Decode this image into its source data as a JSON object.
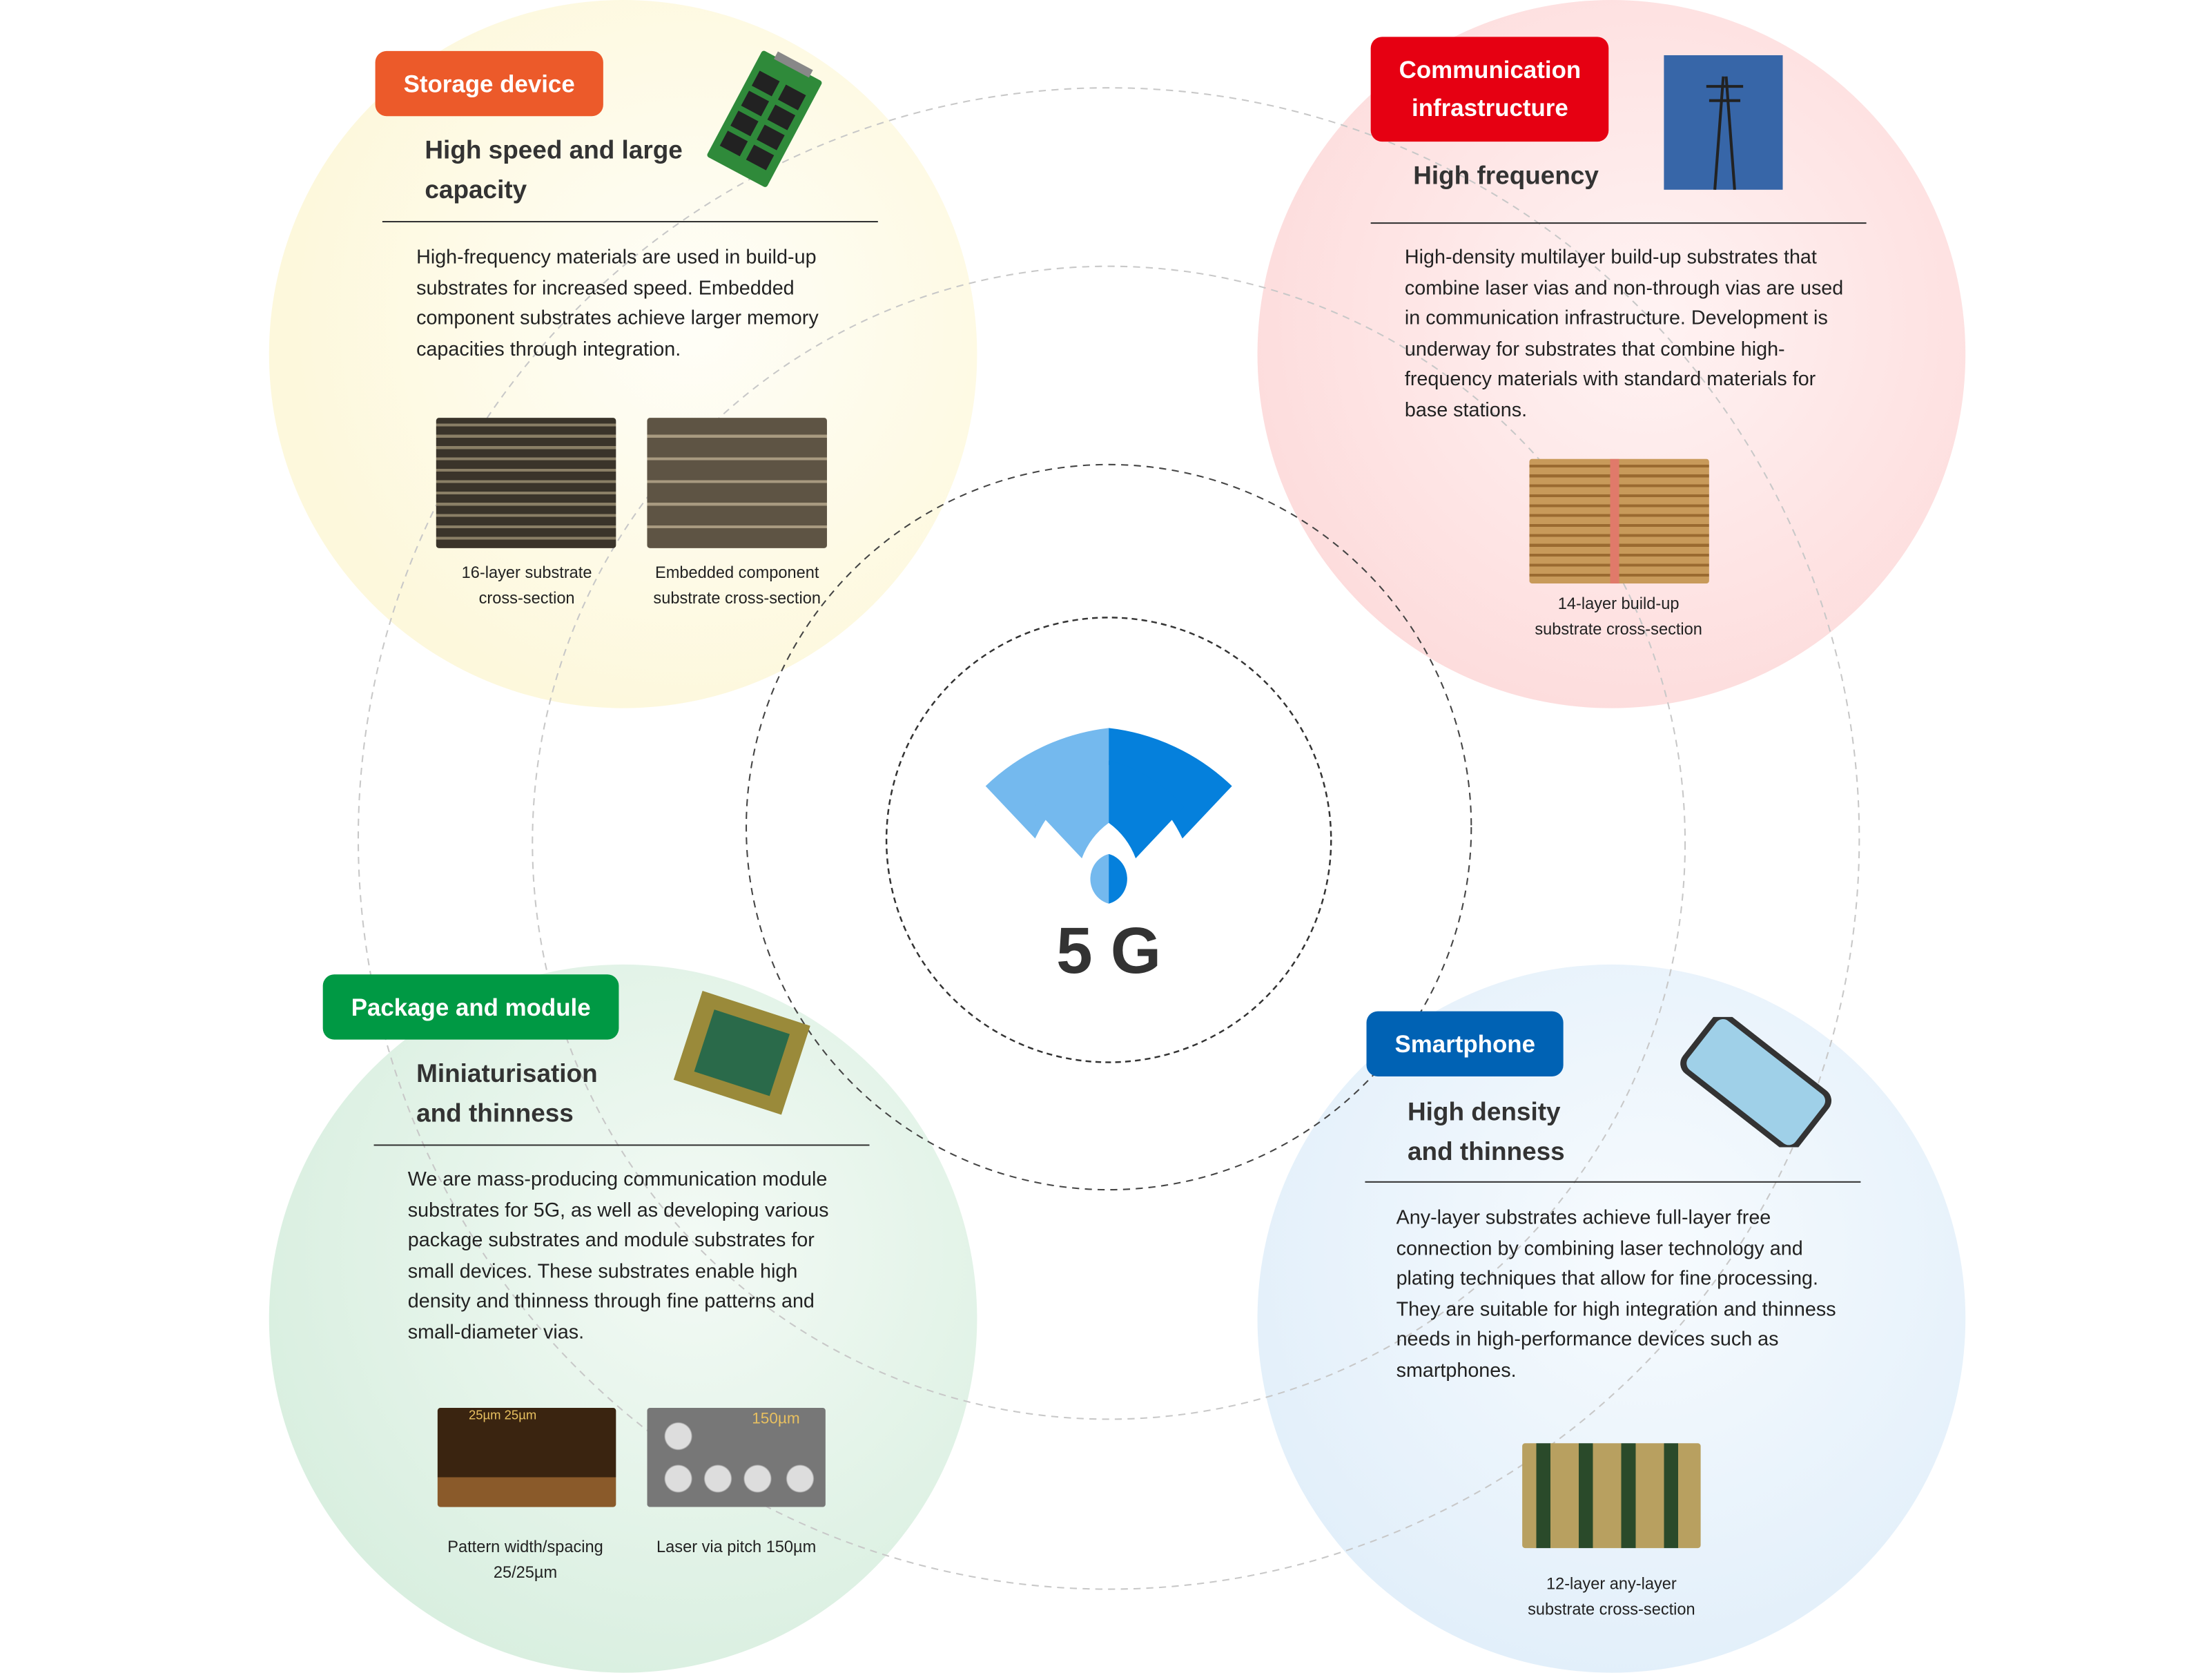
{
  "center": {
    "label": "5 G",
    "colors": {
      "light": "#74b9ee",
      "dark": "#0580dc"
    }
  },
  "storage": {
    "badge": "Storage device",
    "badge_color": "#ec5a2a",
    "subtitle_l1": "High speed and large",
    "subtitle_l2": "capacity",
    "description": "High-frequency materials are used in build-up substrates for increased speed. Embedded component substrates achieve larger memory capacities through integration.",
    "images": [
      {
        "caption_l1": "16-layer substrate",
        "caption_l2": "cross-section"
      },
      {
        "caption_l1": "Embedded component",
        "caption_l2": "substrate cross-section"
      }
    ],
    "bg": "#fdf8dc"
  },
  "communication": {
    "badge_l1": "Communication",
    "badge_l2": "infrastructure",
    "badge_color": "#e60012",
    "subtitle": "High frequency",
    "description": "High-density multilayer build-up substrates that combine laser vias and non-through vias are used in communication infrastructure. Development is underway for substrates that combine high-frequency materials with standard materials for base stations.",
    "images": [
      {
        "caption_l1": "14-layer build-up",
        "caption_l2": "substrate cross-section"
      }
    ],
    "bg": "#fddede"
  },
  "package": {
    "badge": "Package and module",
    "badge_color": "#009944",
    "subtitle_l1": "Miniaturisation",
    "subtitle_l2": "and thinness",
    "description": "We are mass-producing communication module substrates for 5G, as well as developing various package substrates and module substrates for small devices. These substrates enable high density and thinness through fine patterns and small-diameter vias.",
    "images": [
      {
        "caption_l1": "Pattern width/spacing",
        "caption_l2": "25/25µm",
        "overlay": "25µm 25µm"
      },
      {
        "caption_l1": "Laser via pitch 150µm",
        "caption_l2": "",
        "overlay": "150µm"
      }
    ],
    "bg": "#dbf0e2"
  },
  "smartphone": {
    "badge": "Smartphone",
    "badge_color": "#0062b4",
    "subtitle_l1": "High density",
    "subtitle_l2": "and thinness",
    "description": "Any-layer substrates achieve full-layer free connection by combining laser technology and plating techniques that allow for fine processing. They are suitable for high integration and thinness needs in high-performance devices such as smartphones.",
    "images": [
      {
        "caption_l1": "12-layer any-layer",
        "caption_l2": "substrate cross-section"
      }
    ],
    "bg": "#e4f0fb"
  }
}
